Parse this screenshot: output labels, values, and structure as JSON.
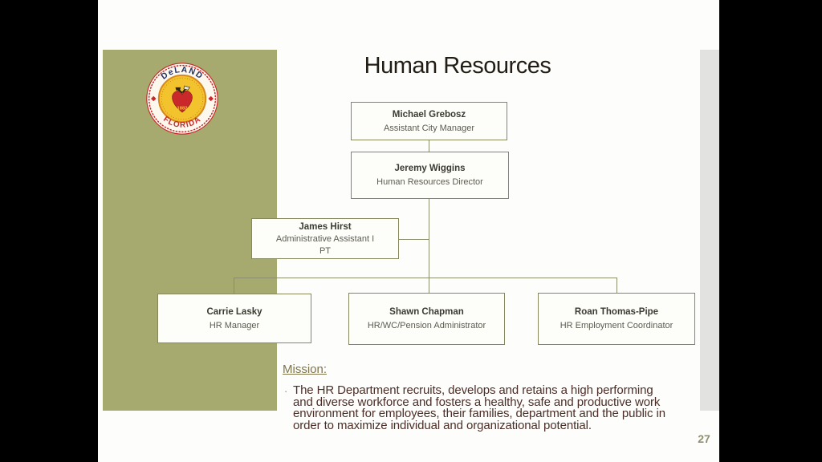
{
  "slide": {
    "title": "Human Resources",
    "page_number": "27",
    "logo": {
      "top_text": "DeLAND",
      "bottom_text": "FLORIDA",
      "year": "1882"
    },
    "org_chart": {
      "nodes": [
        {
          "name": "Michael Grebosz",
          "title": "Assistant City Manager"
        },
        {
          "name": "Jeremy Wiggins",
          "title": "Human Resources Director"
        },
        {
          "name": "James Hirst",
          "title": "Administrative Assistant I",
          "note": "PT"
        },
        {
          "name": "Carrie Lasky",
          "title": "HR Manager"
        },
        {
          "name": "Shawn Chapman",
          "title": "HR/WC/Pension Administrator"
        },
        {
          "name": "Roan Thomas-Pipe",
          "title": "HR Employment Coordinator"
        }
      ]
    },
    "mission": {
      "heading": "Mission:",
      "bullet": "·",
      "body": "The HR Department recruits, develops and retains a high performing and diverse workforce and fosters a healthy, safe and productive work environment for employees, their families, department and the public in order to maximize individual and organizational potential."
    },
    "colors": {
      "band_olive": "#a7aa6f",
      "gray_strip": "#e2e2e0",
      "box_border": "#85885c",
      "connector": "#8b8e6c",
      "mission_heading": "#7e744a",
      "mission_text": "#4b2e27",
      "page_number": "#8f8f70",
      "logo_red": "#c9292b",
      "logo_navy": "#232f66",
      "logo_gold": "#f3c32d"
    }
  }
}
